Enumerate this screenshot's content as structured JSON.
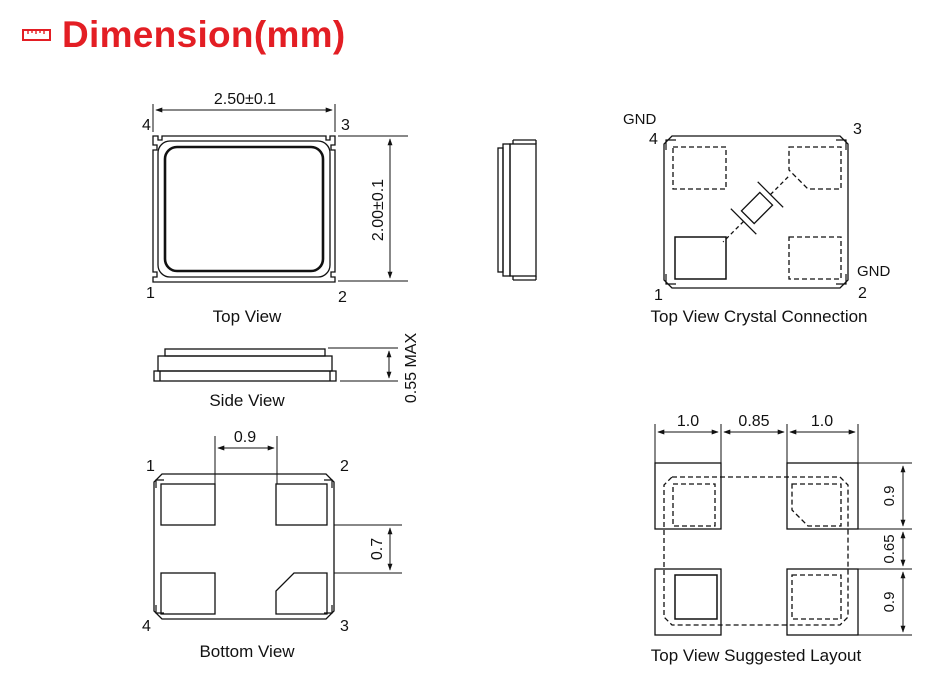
{
  "header": {
    "title": "Dimension(mm)",
    "icon": "ruler-icon",
    "accent_color": "#e31e24"
  },
  "top_view": {
    "caption": "Top View",
    "width_dim": "2.50±0.1",
    "height_dim": "2.00±0.1",
    "pin_1": "1",
    "pin_2": "2",
    "pin_3": "3",
    "pin_4": "4"
  },
  "side_view": {
    "caption": "Side View",
    "height_dim": "0.55 MAX"
  },
  "bottom_view": {
    "caption": "Bottom View",
    "pad_spacing_dim": "0.9",
    "pad_height_dim": "0.7",
    "pin_1": "1",
    "pin_2": "2",
    "pin_3": "3",
    "pin_4": "4"
  },
  "crystal_connection": {
    "caption": "Top View Crystal Connection",
    "gnd_top": "GND",
    "gnd_right": "GND",
    "pin_1": "1",
    "pin_2": "2",
    "pin_3": "3",
    "pin_4": "4"
  },
  "suggested_layout": {
    "caption": "Top View Suggested Layout",
    "pad_width_left": "1.0",
    "gap_width": "0.85",
    "pad_width_right": "1.0",
    "pad_height_top": "0.9",
    "gap_height": "0.65",
    "pad_height_bottom": "0.9"
  }
}
